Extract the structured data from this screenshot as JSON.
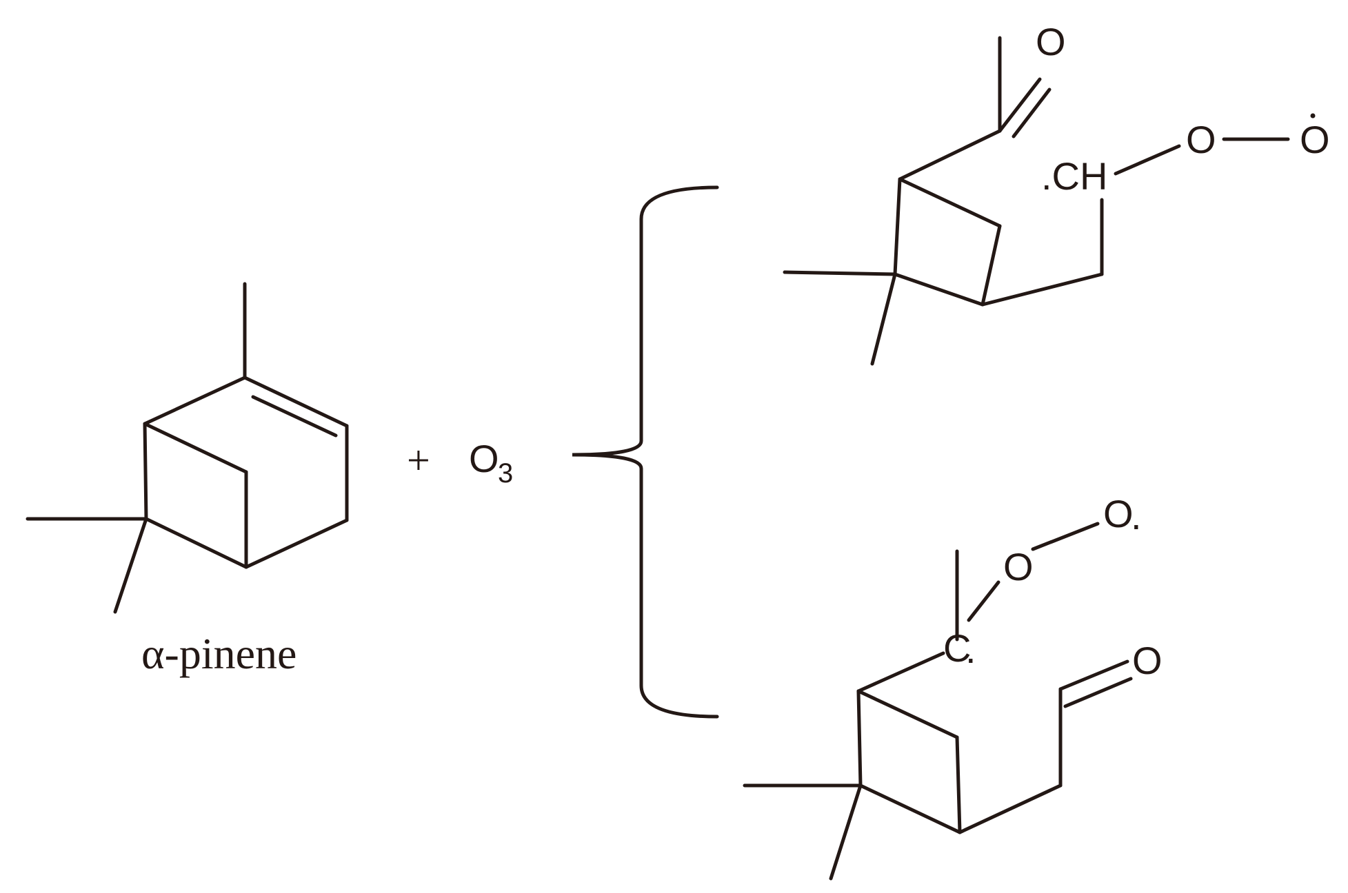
{
  "reactant": {
    "name": "α-pinene"
  },
  "reagent": {
    "plus": "+",
    "formula_main": "O",
    "formula_sub": "3"
  },
  "product_top": {
    "ketone_o": "O",
    "ch_label": ".CH",
    "o1": "O",
    "o2": "O"
  },
  "product_bottom": {
    "c_label": "C",
    "c_dot": ".",
    "o1": "O",
    "o2": "O",
    "o2_dot": ".",
    "aldehyde_o": "O"
  }
}
